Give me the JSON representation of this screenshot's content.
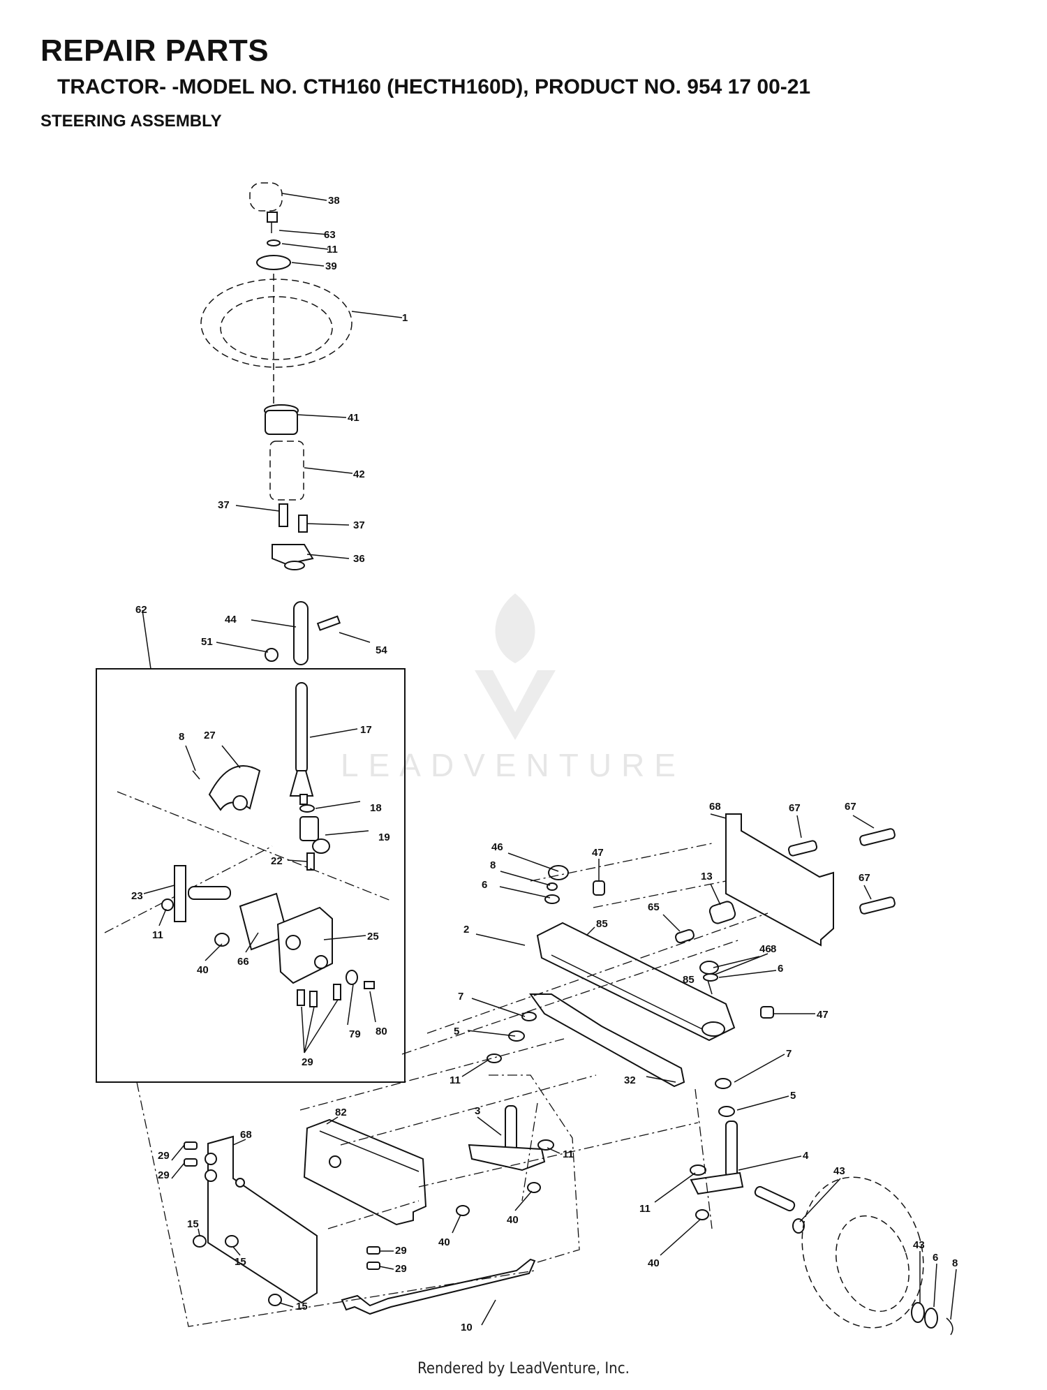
{
  "header": {
    "title": "REPAIR PARTS",
    "model_line": "TRACTOR- -MODEL NO. CTH160 (HECTH160D), PRODUCT NO. 954 17 00-21",
    "section": "STEERING ASSEMBLY"
  },
  "watermark": {
    "text": "LEADVENTURE"
  },
  "footer": {
    "text": "Rendered by LeadVenture, Inc."
  },
  "callouts": [
    "38",
    "63",
    "11",
    "39",
    "1",
    "41",
    "42",
    "37",
    "37",
    "36",
    "62",
    "44",
    "54",
    "51",
    "17",
    "8",
    "27",
    "18",
    "19",
    "22",
    "23",
    "11",
    "40",
    "66",
    "25",
    "79",
    "80",
    "29",
    "68",
    "67",
    "67",
    "67",
    "13",
    "65",
    "46",
    "8",
    "6",
    "47",
    "85",
    "2",
    "46",
    "8",
    "6",
    "85",
    "47",
    "7",
    "5",
    "11",
    "32",
    "7",
    "5",
    "3",
    "11",
    "40",
    "40",
    "4",
    "43",
    "11",
    "40",
    "43",
    "6",
    "8",
    "82",
    "68",
    "29",
    "29",
    "15",
    "15",
    "29",
    "29",
    "15",
    "10"
  ]
}
